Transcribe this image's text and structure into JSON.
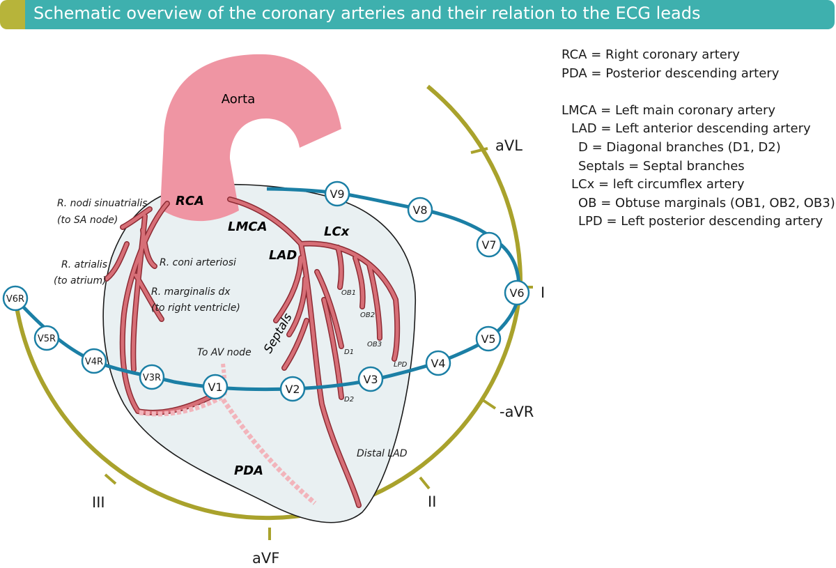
{
  "title": "Schematic overview of the coronary arteries and their relation to the ECG leads",
  "colors": {
    "title_bar": "#3eb0ae",
    "title_accent": "#b7b43a",
    "limb_arc": "#a9a22c",
    "chest_leads": "#1b7fa5",
    "artery": "#d76f77",
    "aorta": "#ef95a3",
    "heart": "#e9f0f2"
  },
  "structures": {
    "aorta": "Aorta",
    "rca": "RCA",
    "lmca": "LMCA",
    "lad": "LAD",
    "lcx": "LCx",
    "pda": "PDA",
    "septals": "Septals"
  },
  "branches": {
    "sa_node_1": "R. nodi sinuatrialis",
    "sa_node_2": "(to SA node)",
    "atrialis_1": "R. atrialis",
    "atrialis_2": "(to atrium)",
    "coni": "R. coni arteriosi",
    "marginalis_1": "R. marginalis dx",
    "marginalis_2": "(to right ventricle)",
    "av_node": "To AV node",
    "ob1": "OB1",
    "ob2": "OB2",
    "ob3": "OB3",
    "d1": "D1",
    "d2": "D2",
    "lpd": "LPD",
    "distal_lad": "Distal LAD"
  },
  "chest_leads": {
    "v1": "V1",
    "v2": "V2",
    "v3": "V3",
    "v4": "V4",
    "v5": "V5",
    "v6": "V6",
    "v7": "V7",
    "v8": "V8",
    "v9": "V9",
    "v3r": "V3R",
    "v4r": "V4R",
    "v5r": "V5R",
    "v6r": "V6R"
  },
  "limb_leads": {
    "avl": "aVL",
    "i": "I",
    "minus_avr": "-aVR",
    "ii": "II",
    "avf": "aVF",
    "iii": "III"
  },
  "legend": [
    "RCA = Right coronary artery",
    "PDA = Posterior descending artery",
    "",
    "LMCA = Left main coronary artery",
    "LAD = Left anterior descending artery",
    "D = Diagonal branches (D1, D2)",
    "Septals = Septal branches",
    "LCx = left circumflex artery",
    "OB = Obtuse marginals (OB1, OB2, OB3)",
    "LPD = Left posterior descending artery"
  ]
}
